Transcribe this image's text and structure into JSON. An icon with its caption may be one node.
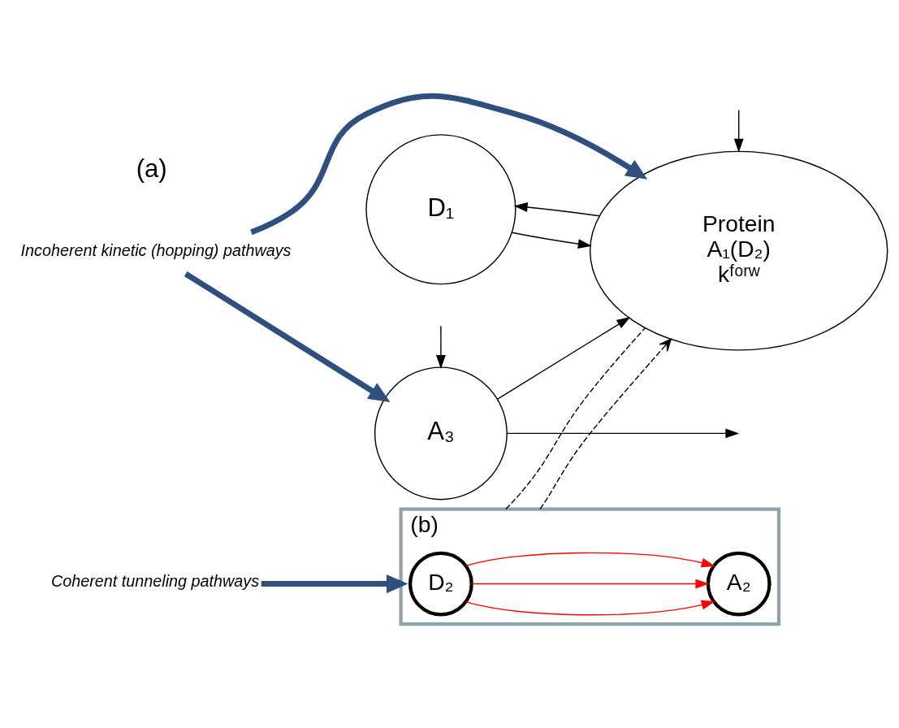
{
  "diagram": {
    "nodes": [
      {
        "text": [
          "D₁"
        ]
      },
      {
        "text": [
          "Protein",
          "A₁(D₂)",
          "kᶠᵒʳʷ"
        ]
      },
      {
        "text": [
          "A₃"
        ]
      },
      {
        "text": [
          "(b)"
        ]
      },
      {
        "text": [
          "D₂"
        ],
        "in": 3
      },
      {
        "text": [
          "A₂"
        ],
        "in": 3
      },
      {
        "text": [
          "Incoherent kinetic (hopping) pathways"
        ]
      },
      {
        "text": [
          "Coherent tunneling pathways"
        ]
      }
    ],
    "edges": [
      {
        "from": 0,
        "to": 1,
        "arrow": "to"
      },
      {
        "from": 1,
        "to": 0,
        "arrow": "to"
      },
      {
        "from": 2,
        "to": 1,
        "arrow": "to"
      },
      {
        "from": 2,
        "to": null,
        "arrow": "to"
      },
      {
        "from": null,
        "to": 2,
        "arrow": "to"
      },
      {
        "from": null,
        "to": 1,
        "arrow": "to"
      },
      {
        "from": 3,
        "to": 1,
        "arrow": "to",
        "style": "dashed"
      },
      {
        "from": 3,
        "to": 1,
        "arrow": "none",
        "style": "dashed"
      },
      {
        "from": 6,
        "to": 1,
        "arrow": "to",
        "style": "thick",
        "color": "#2f4f7f"
      },
      {
        "from": 6,
        "to": 2,
        "arrow": "to",
        "style": "thick",
        "color": "#2f4f7f"
      },
      {
        "from": 7,
        "to": 3,
        "arrow": "to",
        "style": "thick",
        "color": "#2f4f7f"
      },
      {
        "from": 4,
        "to": 5,
        "arrow": "to",
        "color": "#ff0000"
      },
      {
        "from": 4,
        "to": 5,
        "arrow": "to",
        "color": "#ff0000"
      },
      {
        "from": 4,
        "to": 5,
        "arrow": "to",
        "color": "#ff0000"
      }
    ],
    "labels": [
      "(a)"
    ]
  }
}
